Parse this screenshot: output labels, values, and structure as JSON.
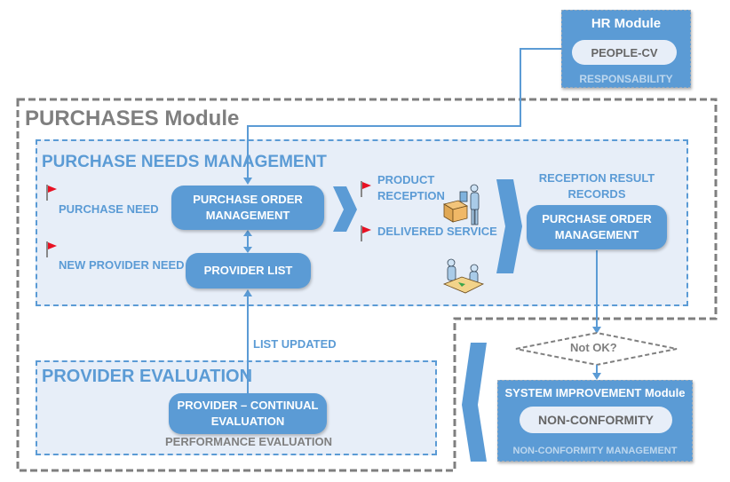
{
  "hr_module": {
    "title": "HR Module",
    "inner": "PEOPLE-CV",
    "subtitle": "RESPONSABILITY"
  },
  "purchases_module": {
    "title": "PURCHASES Module"
  },
  "purchase_needs": {
    "title": "PURCHASE NEEDS MANAGEMENT",
    "flags": [
      {
        "label": "PURCHASE NEED",
        "icon": "red-flag-icon"
      },
      {
        "label": "NEW PROVIDER NEED",
        "icon": "red-flag-icon"
      },
      {
        "label": "PRODUCT RECEPTION",
        "icon": "red-flag-icon"
      },
      {
        "label": "DELIVERED SERVICE",
        "icon": "red-flag-icon"
      }
    ],
    "po_management_1": "PURCHASE ORDER MANAGEMENT",
    "provider_list": "PROVIDER LIST",
    "reception_label": "RECEPTION RESULT RECORDS",
    "po_management_2": "PURCHASE ORDER MANAGEMENT",
    "icons": [
      "product-reception-icon",
      "service-delivery-icon"
    ]
  },
  "list_updated": "LIST UPDATED",
  "provider_evaluation": {
    "title": "PROVIDER EVALUATION",
    "pill": "PROVIDER – CONTINUAL EVALUATION",
    "subtitle": "PERFORMANCE EVALUATION"
  },
  "decision": {
    "label": "Not OK?"
  },
  "system_improvement": {
    "title": "SYSTEM IMPROVEMENT Module",
    "inner": "NON-CONFORMITY",
    "subtitle": "NON-CONFORMITY MANAGEMENT"
  },
  "colors": {
    "accent": "#5b9bd5",
    "section_bg": "#e7eef8",
    "grey_text": "#7f7f7f",
    "flag": "#e81123"
  }
}
